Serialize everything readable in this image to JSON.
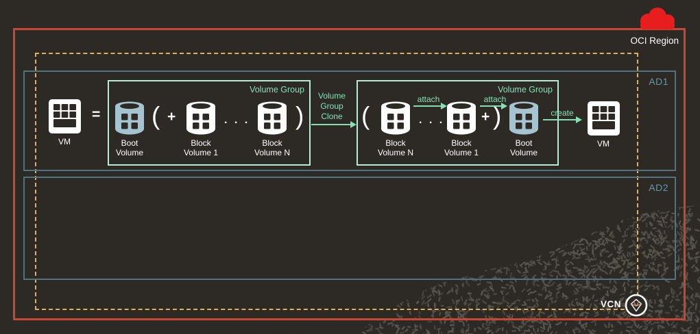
{
  "colors": {
    "bg": "#2d2a26",
    "region-border": "#c74634",
    "cloud-red": "#e81e1e",
    "vcn-border": "#dfb259",
    "ad-border": "#4e747e",
    "ad-text": "#6297a4",
    "mint": "#85e0b2",
    "mint-border": "#b4edd2",
    "boot-fill": "#a6c4cf",
    "white": "#ffffff",
    "texture": "#5a564f"
  },
  "region": {
    "label": "OCI Region",
    "icon": "red-cloud-icon"
  },
  "vcn": {
    "label": "VCN",
    "icon": "vcn-network-icon"
  },
  "availability_domains": [
    {
      "label": "AD1"
    },
    {
      "label": "AD2"
    }
  ],
  "source": {
    "vm_label": "VM",
    "equals": "=",
    "group_title": "Volume Group",
    "open_paren": "(",
    "plus": "+",
    "dots": ". . .",
    "close_paren": ")",
    "volumes": [
      {
        "label": "Boot Volume",
        "kind": "boot",
        "icon": "boot-volume-cylinder-icon"
      },
      {
        "label": "Block Volume 1",
        "kind": "block",
        "icon": "block-volume-cylinder-icon"
      },
      {
        "label": "Block Volume N",
        "kind": "block",
        "icon": "block-volume-cylinder-icon"
      }
    ]
  },
  "clone_flow": {
    "label": "Volume Group Clone"
  },
  "target": {
    "group_title": "Volume Group",
    "open_paren": "(",
    "dots": ". . .",
    "plus": "+",
    "close_paren": ")",
    "attach_label_1": "attach",
    "attach_label_2": "attach",
    "create_label": "create",
    "vm_label": "VM",
    "volumes": [
      {
        "label": "Block Volume N",
        "kind": "block",
        "icon": "block-volume-cylinder-icon"
      },
      {
        "label": "Block Volume 1",
        "kind": "block",
        "icon": "block-volume-cylinder-icon"
      },
      {
        "label": "Boot Volume",
        "kind": "boot",
        "icon": "boot-volume-cylinder-icon"
      }
    ]
  }
}
